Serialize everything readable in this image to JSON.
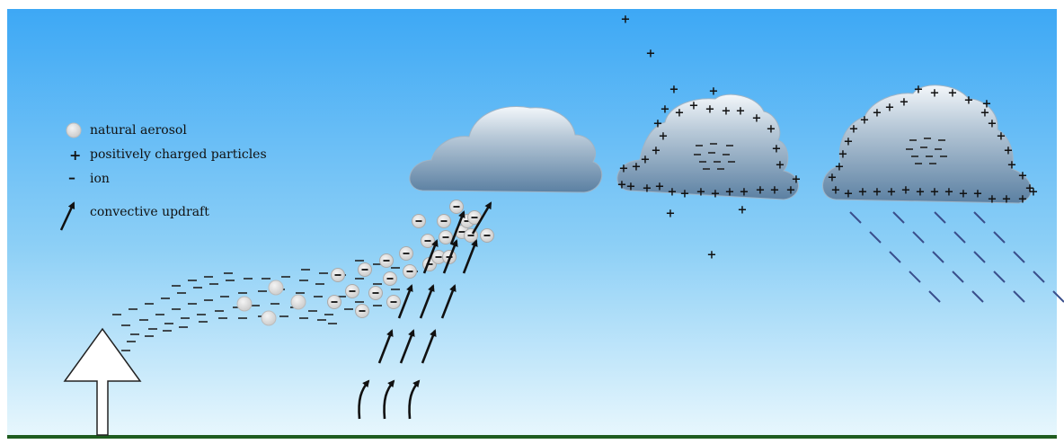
{
  "legend": {
    "items": [
      {
        "symbol": "natural-aerosol",
        "label": "natural aerosol"
      },
      {
        "symbol": "positive-charge",
        "label": "positively charged particles"
      },
      {
        "symbol": "ion",
        "label": "ion"
      },
      {
        "symbol": "updraft-arrow",
        "label": "convective updraft"
      }
    ]
  },
  "colors": {
    "sky_top": "#3da8f5",
    "sky_bottom": "#e6f6fd",
    "ground": "#1f5c1f",
    "aerosol": "#d6d6d6",
    "cloud_top": "#f2f6f9",
    "cloud_bottom": "#5a7fa0",
    "rain": "#3a4f8c",
    "ink": "#111111"
  },
  "symbols": {
    "plus": "+",
    "minus": "–"
  }
}
